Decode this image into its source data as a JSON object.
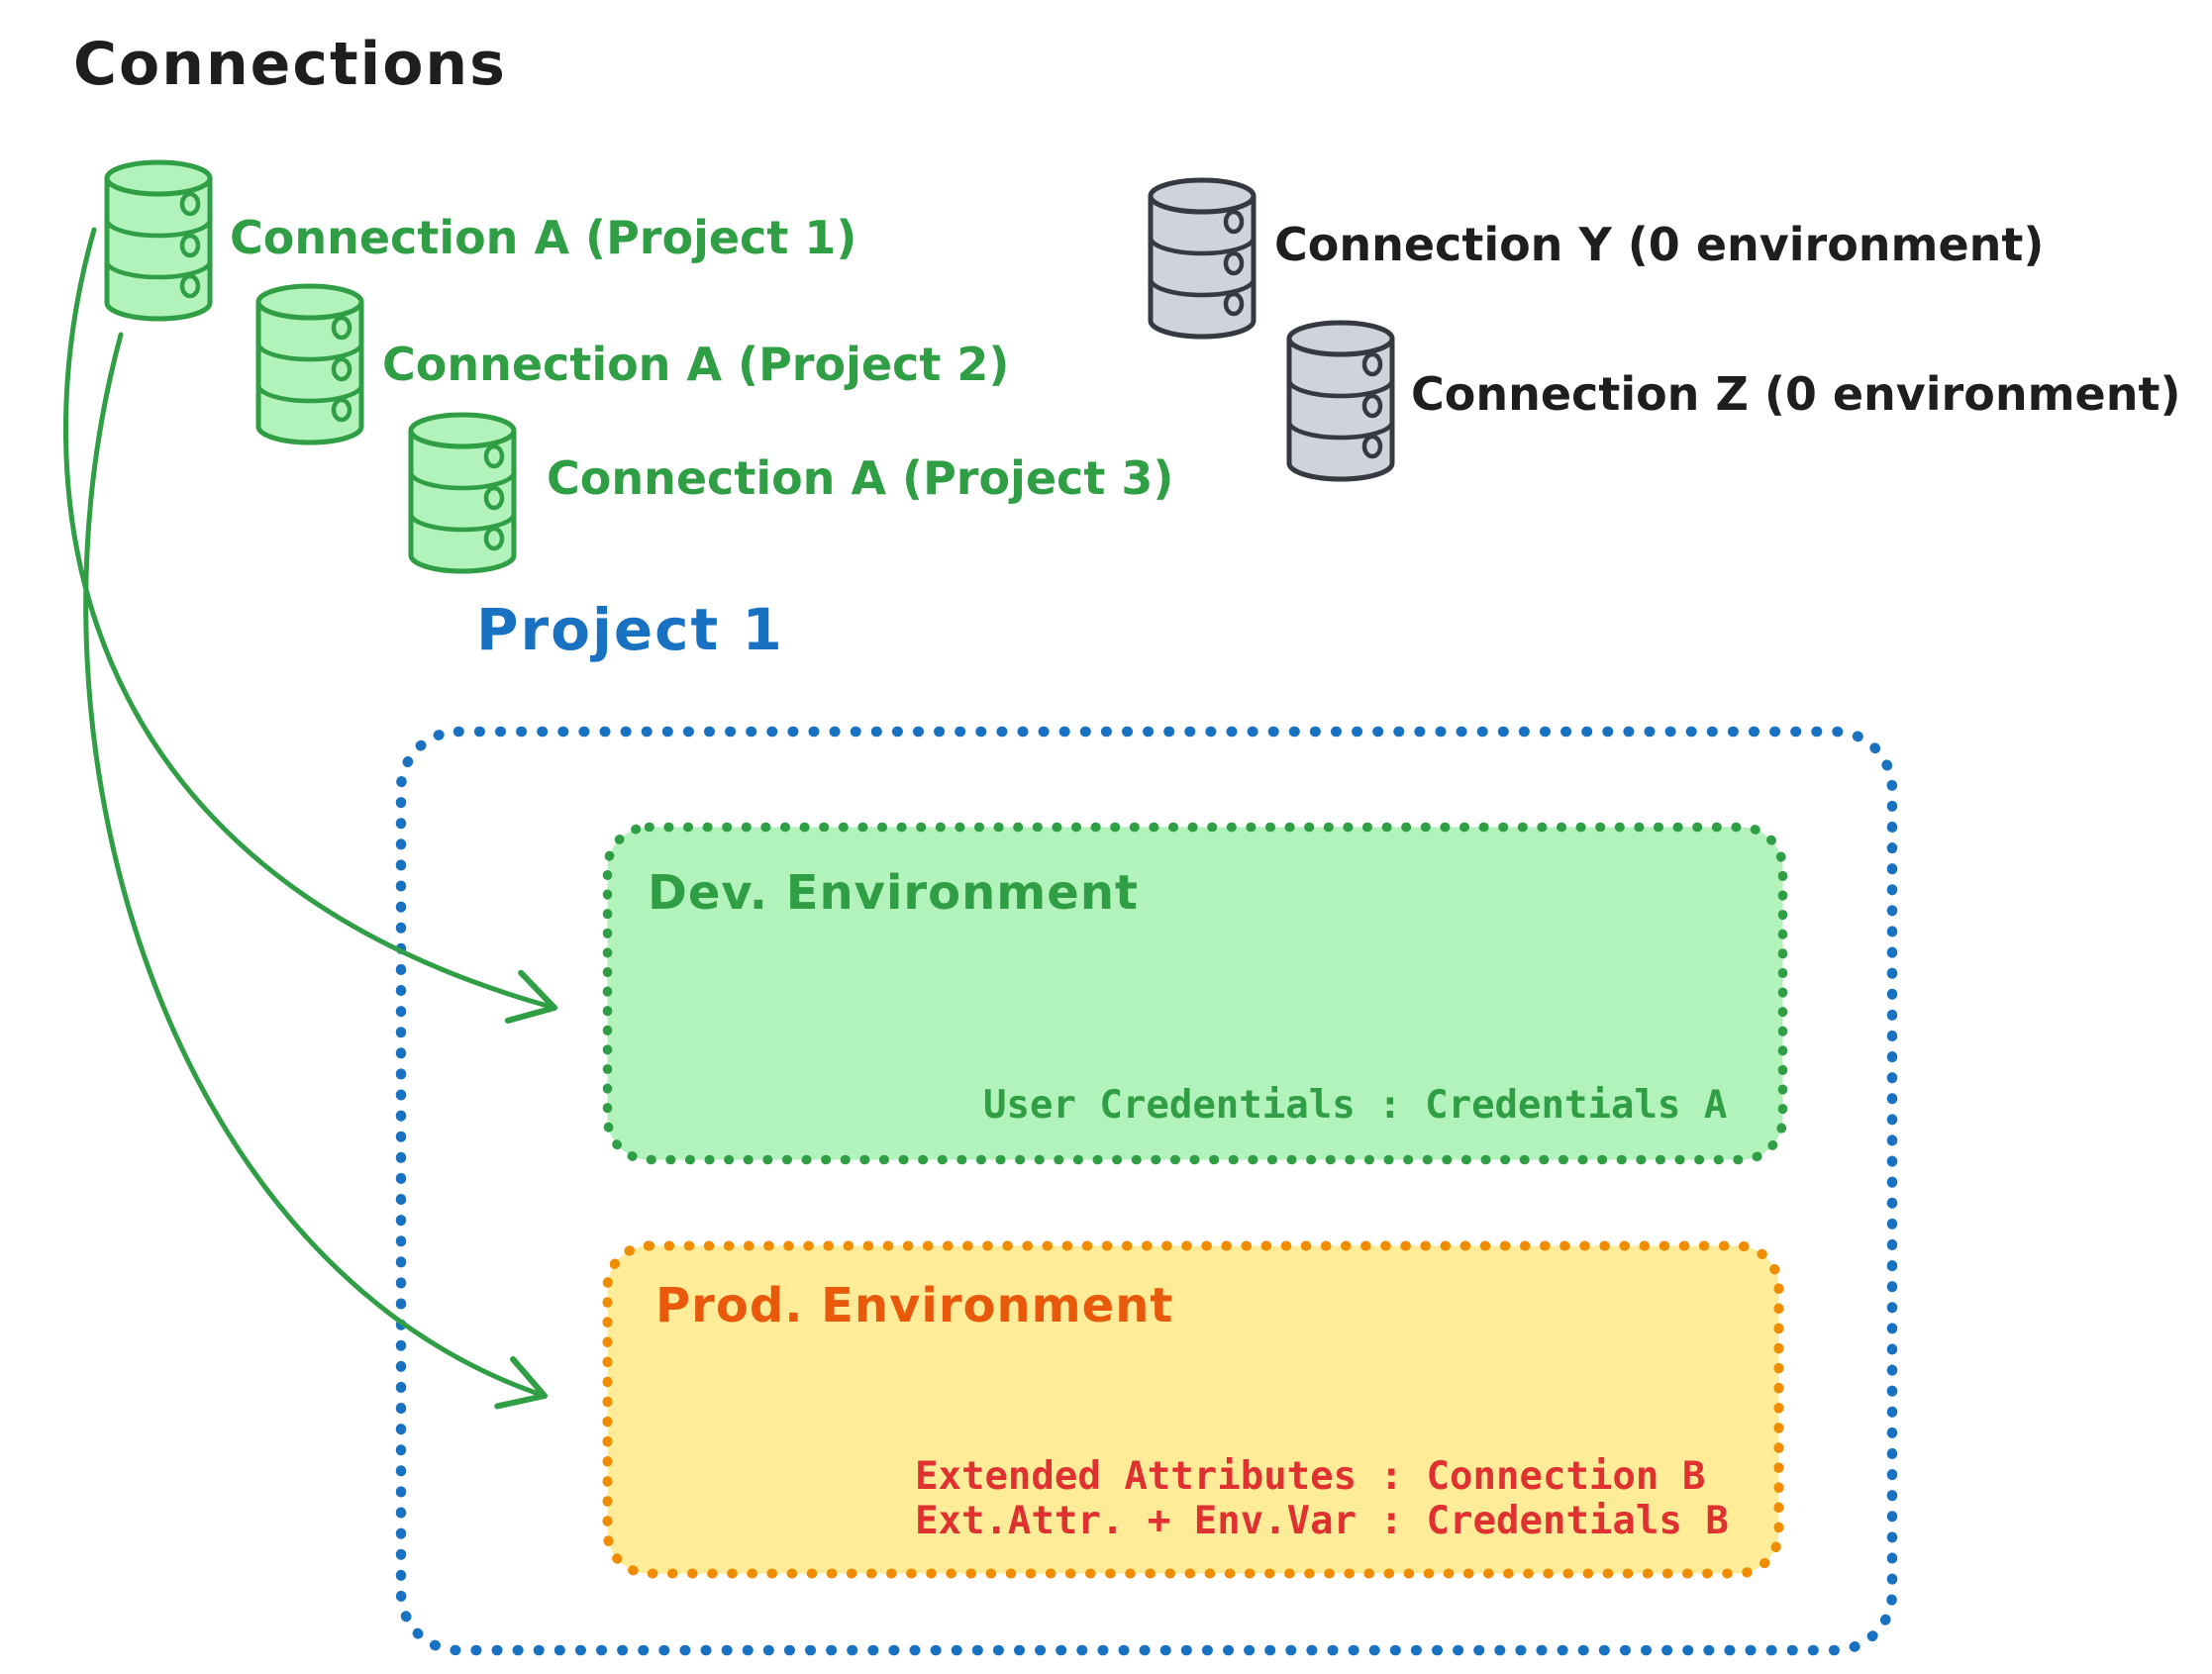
{
  "diagram": {
    "title": "Connections"
  },
  "connections": {
    "assigned": [
      {
        "label": "Connection A (Project 1)",
        "icon": "database-cylinder"
      },
      {
        "label": "Connection A (Project 2)",
        "icon": "database-cylinder"
      },
      {
        "label": "Connection A (Project 3)",
        "icon": "database-cylinder"
      }
    ],
    "unassigned": [
      {
        "label": "Connection Y (0 environment)",
        "icon": "database-cylinder"
      },
      {
        "label": "Connection Z (0 environment)",
        "icon": "database-cylinder"
      }
    ]
  },
  "project": {
    "title": "Project 1",
    "dev": {
      "title": "Dev. Environment",
      "mapping": "User Credentials : Credentials A"
    },
    "prod": {
      "title": "Prod. Environment",
      "mapping_1": "Extended Attributes : Connection B",
      "mapping_2": "Ext.Attr. + Env.Var : Credentials B"
    }
  },
  "arrows": [
    {
      "from": "Connection A (Project 1)",
      "to": "Dev. Environment"
    },
    {
      "from": "Connection A (Project 1)",
      "to": "Prod. Environment"
    }
  ],
  "colors": {
    "ink": "#1e1e1e",
    "green": "#2f9e44",
    "green_fill": "#b2f2bb",
    "blue": "#1971c2",
    "orange_border": "#f08c00",
    "orange_text": "#e8590c",
    "red": "#e03131",
    "yellow_fill": "#ffec99",
    "gray_stroke": "#343a40",
    "gray_fill": "#ced4da"
  }
}
